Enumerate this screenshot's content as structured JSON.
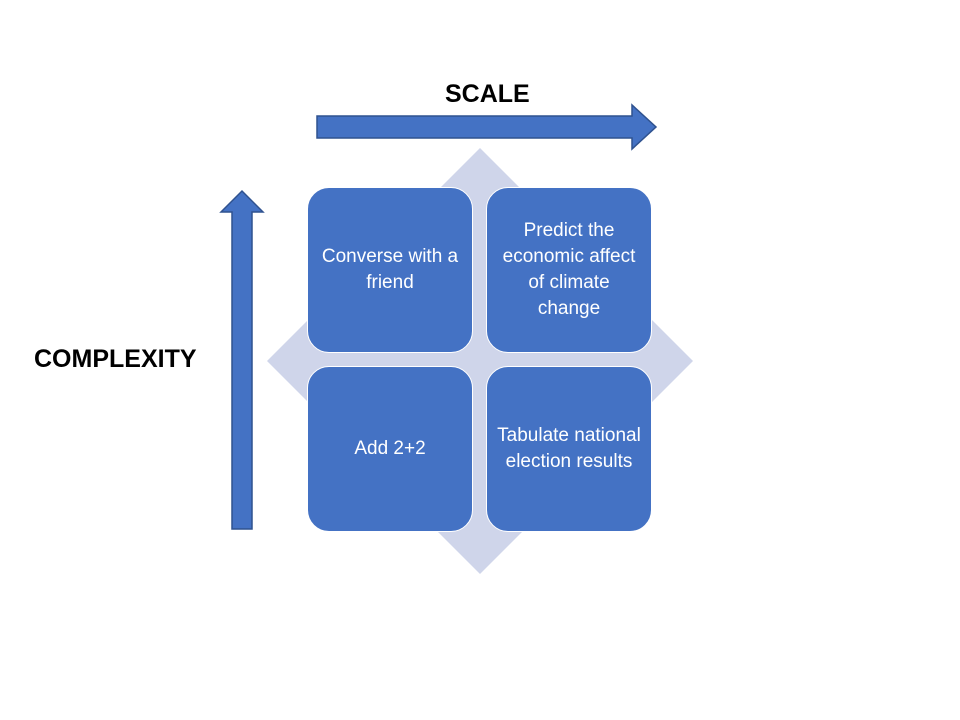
{
  "labels": {
    "scale": "SCALE",
    "complexity": "COMPLEXITY"
  },
  "quadrants": {
    "top_left": "Converse with a friend",
    "top_right": "Predict the economic affect of climate change",
    "bottom_left": "Add 2+2",
    "bottom_right": "Tabulate national election results"
  },
  "colors": {
    "box_fill": "#4472c4",
    "arrow_fill": "#4472c4",
    "arrow_stroke": "#2f528f",
    "diamond_fill": "#cfd5ea",
    "text_on_box": "#ffffff",
    "axis_text": "#000000"
  }
}
